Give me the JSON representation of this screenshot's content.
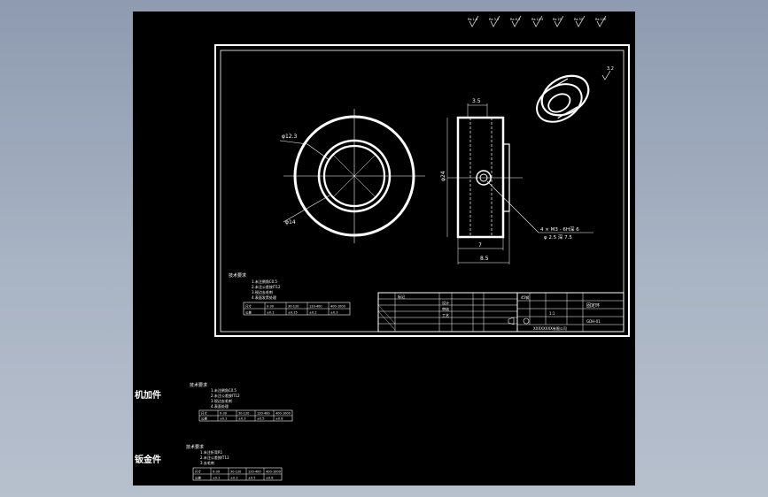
{
  "surface_marks": [
    "Ra 1.6",
    "Ra 3.2",
    "Ra 6.3",
    "Ra 12.5",
    "Ra 25",
    "Ra 50",
    "Ra 100"
  ],
  "views": {
    "front": {
      "dia_outer": "φ12.3",
      "dia_inner": "φ14"
    },
    "side": {
      "top_width": "3.5",
      "height": "φ24",
      "width_7": "7",
      "width_85": "8.5",
      "callout_1": "4 × M3 - 6H深 6",
      "callout_2": "φ 2.5 深 7.5"
    },
    "iso": {
      "rough": "3.2"
    }
  },
  "notes": {
    "title": "技术要求",
    "lines": [
      "1.未注倒角C0.5",
      "2.未注公差按IT12",
      "3.锐边去毛刺",
      "4.表面发黑处理"
    ],
    "table": {
      "headers": [
        "尺寸",
        "0-30",
        "30-120",
        "120-400",
        "400-1000"
      ],
      "row": [
        "公差",
        "±0.1",
        "±0.15",
        "±0.2",
        "±0.3"
      ]
    }
  },
  "title_block": {
    "part_name": "固定环",
    "material": "45钢",
    "scale": "1:1",
    "drawing_no": "GDH-01",
    "company": "XXXXXXXX有限公司",
    "rows": [
      "标记",
      "设计",
      "审核",
      "工艺"
    ]
  },
  "outer": {
    "machined_label": "机加件",
    "sheetmetal_label": "钣金件",
    "notes_title": "技术要求",
    "machined_lines": [
      "1.未注倒角C0.5",
      "2.未注公差按IT12",
      "3.锐边去毛刺",
      "4.表面处理"
    ],
    "sheetmetal_lines": [
      "1.未注折弯R1",
      "2.未注公差按IT13",
      "3.去毛刺"
    ],
    "table_headers": [
      "尺寸",
      "0-30",
      "30-120",
      "120-400",
      "400-1000"
    ],
    "table_row": [
      "公差",
      "±0.2",
      "±0.3",
      "±0.5",
      "±0.8"
    ]
  }
}
